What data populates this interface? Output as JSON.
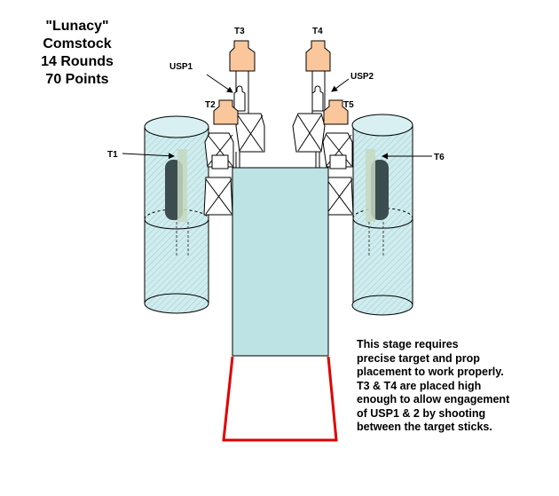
{
  "title": {
    "name": "\"Lunacy\"",
    "type": "Comstock",
    "rounds": "14 Rounds",
    "points": "70 Points"
  },
  "labels": {
    "t1": "T1",
    "t2": "T2",
    "t3": "T3",
    "t4": "T4",
    "t5": "T5",
    "t6": "T6",
    "usp1": "USP1",
    "usp2": "USP2"
  },
  "note_lines": [
    "This stage requires",
    "precise target and prop",
    "placement to work properly.",
    "T3 & T4 are placed high",
    "enough to allow engagement",
    "of USP1 & 2 by shooting",
    "between the target sticks."
  ],
  "colors": {
    "target": "#F9C79B",
    "barrel": "#CFECEE",
    "shooting_box": "#BEE3E5",
    "fault_line": "#E00000"
  }
}
